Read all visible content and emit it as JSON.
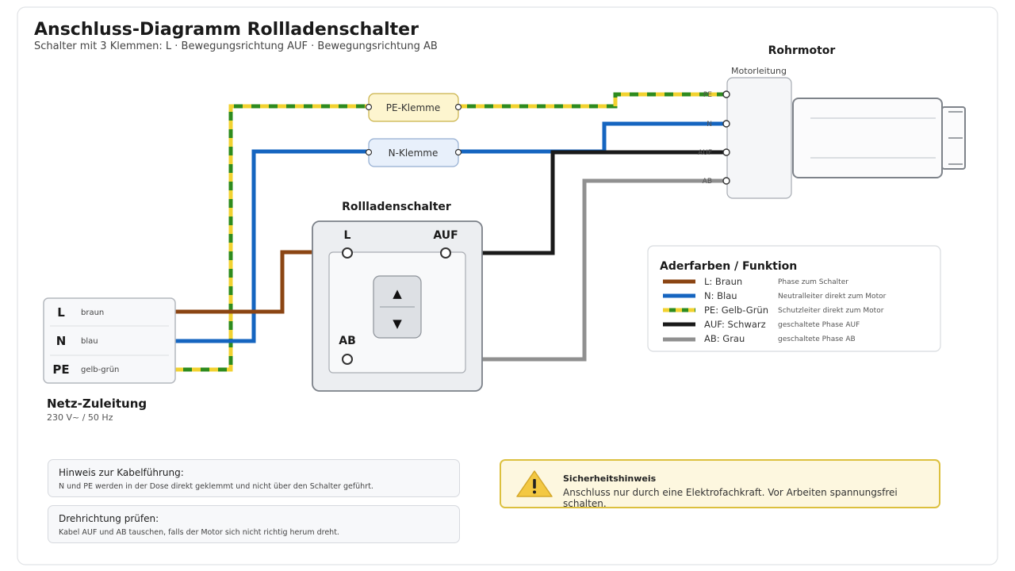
{
  "header": {
    "title": "Anschluss-Diagramm Rollladenschalter",
    "subtitle": "Schalter mit 3 Klemmen: L · Bewegungsrichtung AUF · Bewegungsrichtung AB"
  },
  "supply": {
    "rows": [
      {
        "key": "L",
        "color_name": "braun"
      },
      {
        "key": "N",
        "color_name": "blau"
      },
      {
        "key": "PE",
        "color_name": "gelb-grün"
      }
    ],
    "title": "Netz-Zuleitung",
    "spec": "230 V~ / 50 Hz"
  },
  "terminals": {
    "pe": "PE-Klemme",
    "n": "N-Klemme"
  },
  "switch": {
    "title": "Rollladenschalter",
    "terminal_l": "L",
    "terminal_up": "AUF",
    "terminal_down": "AB",
    "up_glyph": "▲",
    "down_glyph": "▼"
  },
  "motor": {
    "title": "Rohrmotor",
    "cable_label": "Motorleitung",
    "pins": [
      "PE",
      "N",
      "AUF",
      "AB"
    ]
  },
  "legend": {
    "title": "Aderfarben / Funktion",
    "items": [
      {
        "label": "L: Braun",
        "desc": "Phase zum Schalter",
        "color": "#8b4513"
      },
      {
        "label": "N: Blau",
        "desc": "Neutralleiter direkt zum Motor",
        "color": "#1565c0"
      },
      {
        "label": "PE: Gelb-Grün",
        "desc": "Schutzleiter direkt zum Motor",
        "color": "#2e8b1e",
        "stripe": "#f2d230"
      },
      {
        "label": "AUF: Schwarz",
        "desc": "geschaltete Phase AUF",
        "color": "#1a1a1a"
      },
      {
        "label": "AB: Grau",
        "desc": "geschaltete Phase AB",
        "color": "#909090"
      }
    ]
  },
  "notes": [
    {
      "title": "Hinweis zur Kabelführung:",
      "body": "N und PE werden in der Dose direkt geklemmt und nicht über den Schalter geführt."
    },
    {
      "title": "Drehrichtung prüfen:",
      "body": "Kabel AUF und AB tauschen, falls der Motor sich nicht richtig herum dreht."
    }
  ],
  "warning": {
    "title": "Sicherheitshinweis",
    "body": "Anschluss nur durch eine Elektrofachkraft. Vor Arbeiten spannungsfrei schalten.",
    "icon": "warning-triangle-icon"
  },
  "colors": {
    "brown": "#8b4513",
    "blue": "#1565c0",
    "green": "#2e8b1e",
    "yellow": "#f2d230",
    "black": "#1a1a1a",
    "grey": "#909090"
  }
}
